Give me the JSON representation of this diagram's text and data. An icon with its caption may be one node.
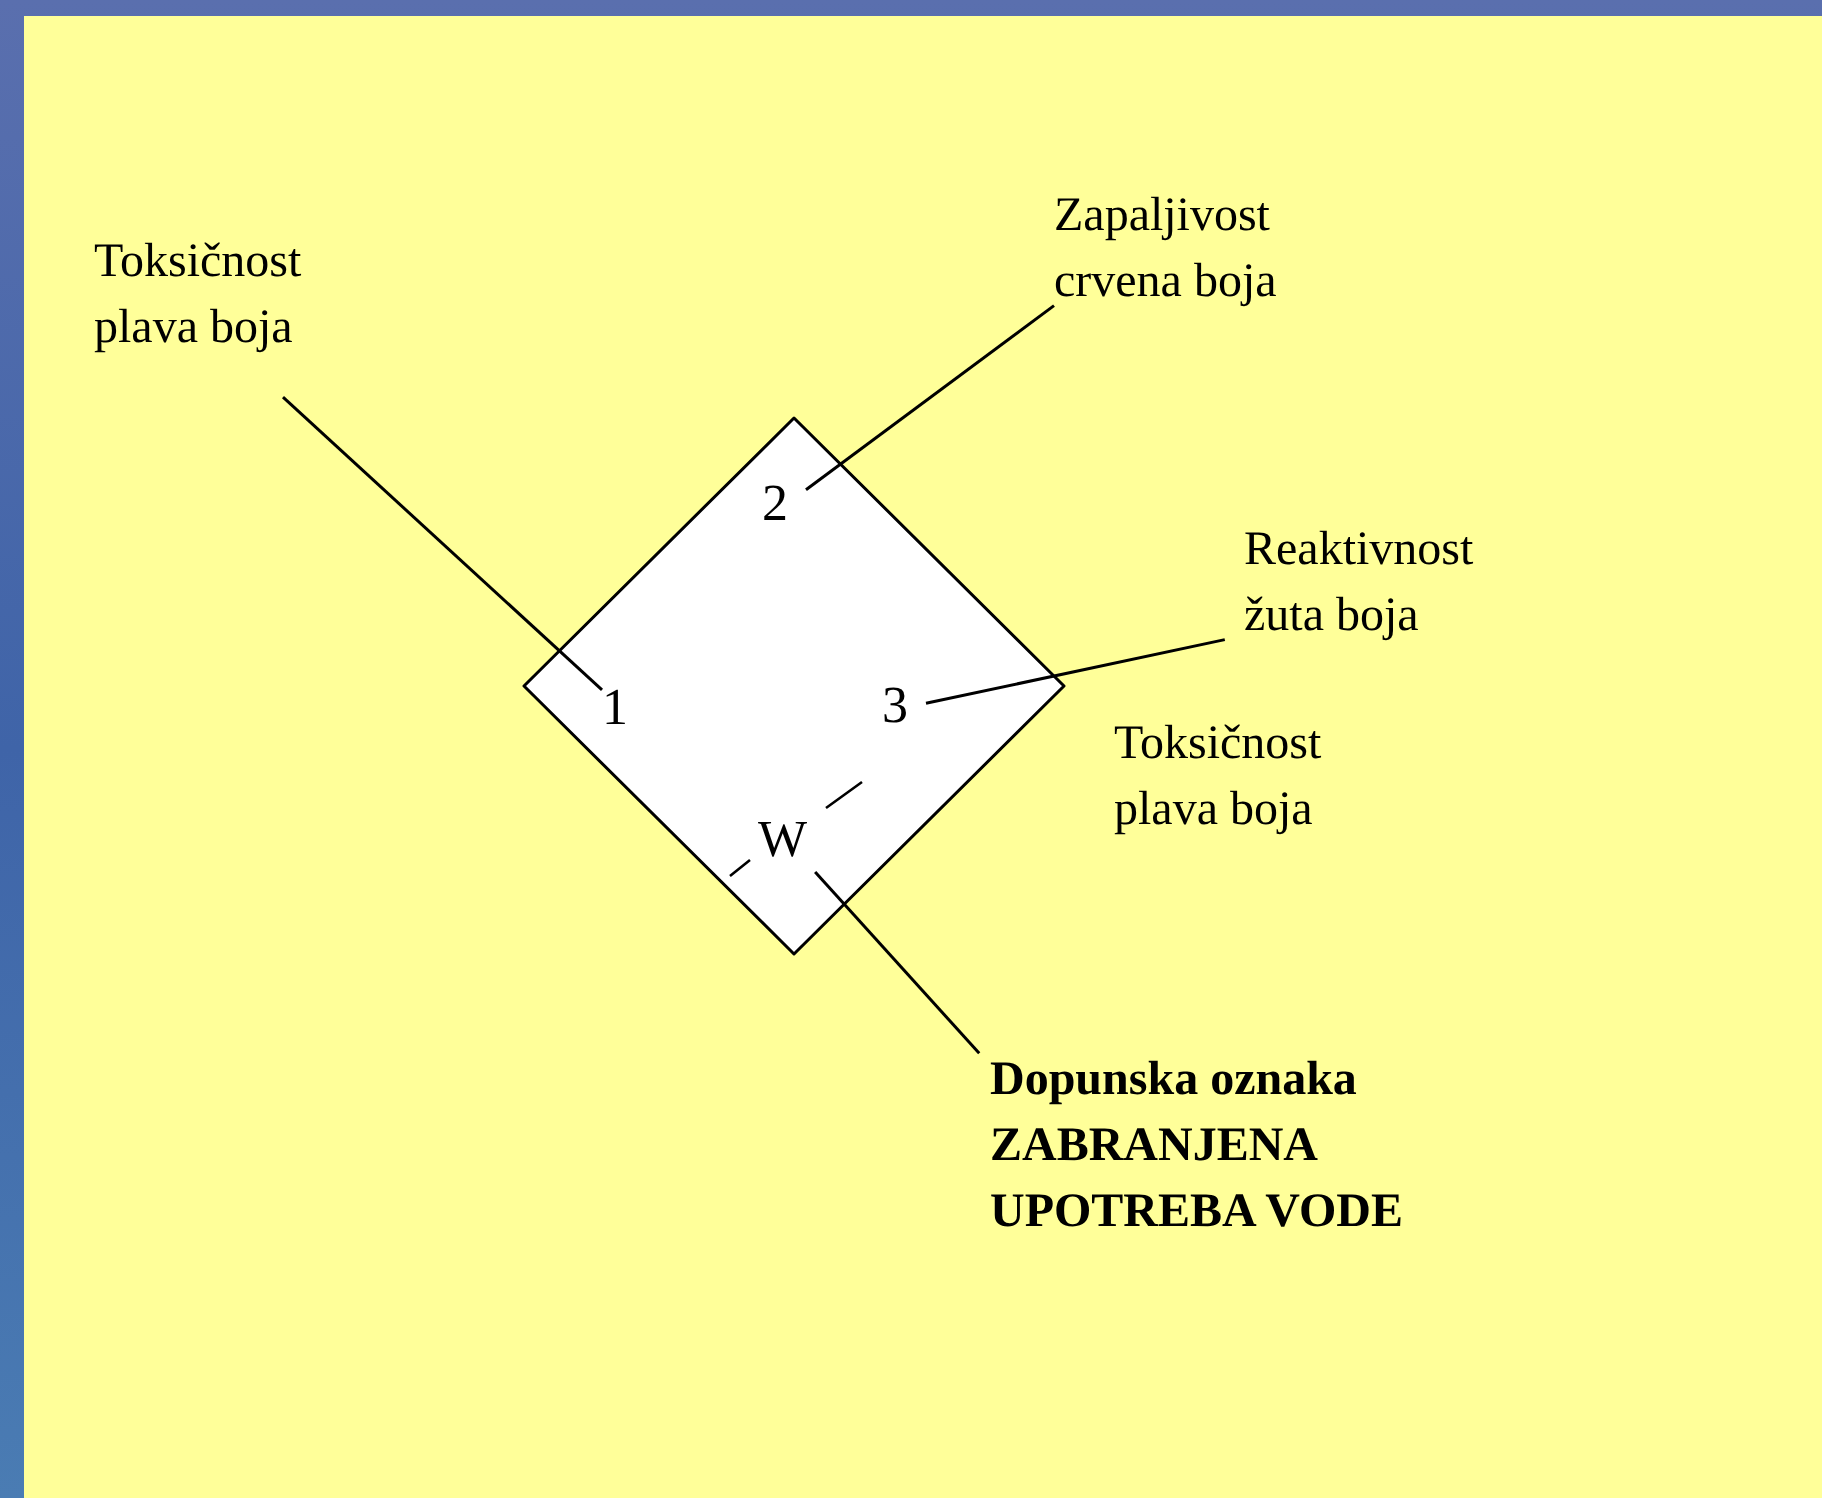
{
  "diagram": {
    "nodes": [
      {
        "text": [],
        "shape": "diamond"
      },
      {
        "text": [
          "1"
        ],
        "in": 0
      },
      {
        "text": [
          "2"
        ],
        "in": 0
      },
      {
        "text": [
          "3"
        ],
        "in": 0
      },
      {
        "text": [
          "W"
        ],
        "in": 0
      },
      {
        "text": [
          "Toksičnost plava boja"
        ]
      },
      {
        "text": [
          "Zapaljivost crvena boja"
        ]
      },
      {
        "text": [
          "Reaktivnost žuta boja"
        ]
      },
      {
        "text": [
          "Dopunska oznaka ZABRANJENA UPOTREBA VODE"
        ]
      }
    ],
    "edges": [
      {
        "from": 5,
        "to": 1,
        "arrow": "none"
      },
      {
        "from": 6,
        "to": 2,
        "arrow": "none"
      },
      {
        "from": 7,
        "to": 3,
        "arrow": "none"
      },
      {
        "from": 8,
        "to": 4,
        "arrow": "none"
      }
    ],
    "labels": [
      "Toksičnost plava boja"
    ]
  }
}
